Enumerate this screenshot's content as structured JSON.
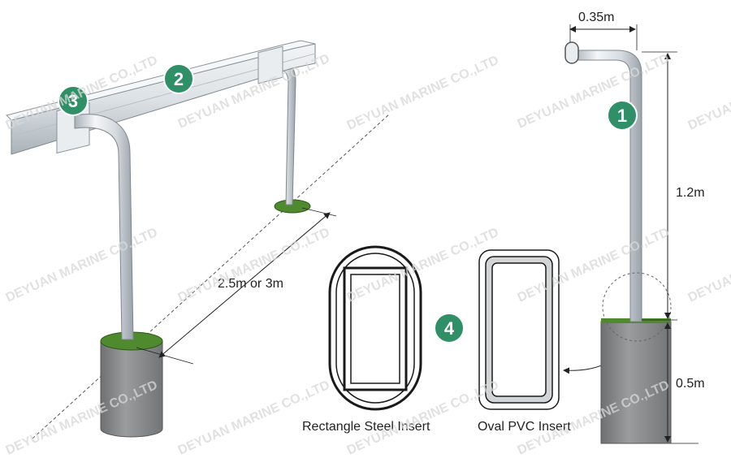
{
  "watermark": "DEYUAN MARINE CO.,LTD",
  "dimensions": {
    "arm_width": "0.35m",
    "post_height": "1.2m",
    "footing_depth": "0.5m",
    "spacing": "2.5m or 3m"
  },
  "badges": {
    "one": "1",
    "two": "2",
    "three": "3",
    "four": "4"
  },
  "inserts": {
    "rectangle": "Rectangle Steel Insert",
    "oval": "Oval PVC Insert"
  },
  "colors": {
    "badge": "#2f8f66",
    "steel": "#e4e8ec",
    "steel_edge": "#8a939b",
    "concrete": "#8d8f90",
    "grass": "#4f8a2e"
  }
}
